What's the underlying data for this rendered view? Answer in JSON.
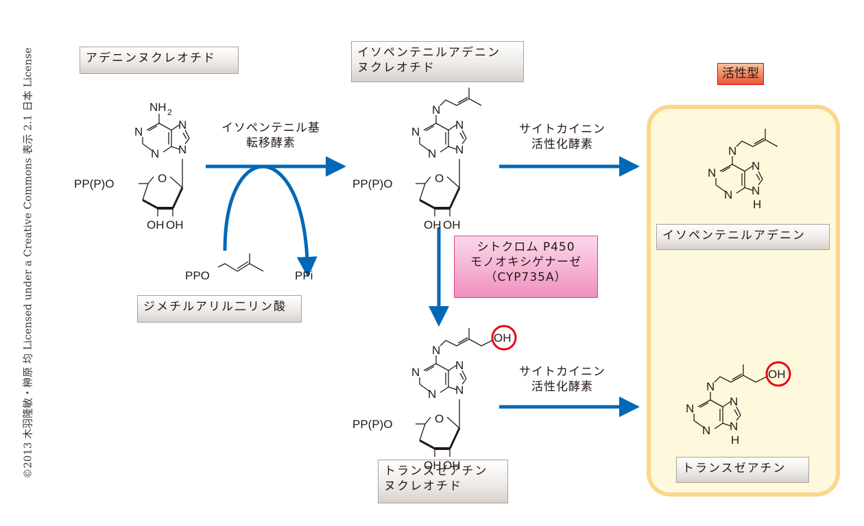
{
  "credit": "©2013 木羽隆敏・榊原 均 Licensed under a Creative Commons 表示 2.1 日本 License",
  "colors": {
    "arrow": "#0068b7",
    "highlight_circle": "#e60012",
    "panel_fill": "#fef9dc",
    "panel_border": "#fdd68b",
    "enzyme_box": "#f5b2d2",
    "active_box": "#f28a63"
  },
  "compounds": {
    "adenine_nucleotide": {
      "label": "アデニンヌクレオチド",
      "phosphate": "PP(P)O",
      "amine": "NH",
      "amine_sub": "2",
      "oh1": "OH",
      "oh2": "OH",
      "ring_o": "O"
    },
    "dmapp": {
      "label": "ジメチルアリル二リン酸",
      "formula": "PPO"
    },
    "ppi": {
      "label": "PPi"
    },
    "ip_nucleotide": {
      "label_line1": "イソペンテニルアデニン",
      "label_line2": "ヌクレオチド",
      "phosphate": "PP(P)O",
      "oh1": "OH",
      "oh2": "OH",
      "ring_o": "O"
    },
    "tz_nucleotide": {
      "label_line1": "トランスゼアチン",
      "label_line2": "ヌクレオチド",
      "phosphate": "PP(P)O",
      "oh1": "OH",
      "oh2": "OH",
      "ring_o": "O",
      "hydroxyl": "OH"
    },
    "isopentenyladenine": {
      "label": "イソペンテニルアデニン",
      "nh_h": "H"
    },
    "trans_zeatin": {
      "label": "トランスゼアチン",
      "hydroxyl": "OH",
      "nh_h": "H"
    }
  },
  "atom": {
    "N": "N",
    "H": "H",
    "O": "O"
  },
  "enzymes": {
    "ipt": {
      "line1": "イソペンテニル基",
      "line2": "転移酵素"
    },
    "log_top": {
      "line1": "サイトカイニン",
      "line2": "活性化酵素"
    },
    "log_bottom": {
      "line1": "サイトカイニン",
      "line2": "活性化酵素"
    },
    "cyp": {
      "line1": "シトクロム P450",
      "line2": "モノオキシゲナーゼ",
      "line3": "（CYP735A）"
    }
  },
  "active_form": {
    "label": "活性型"
  }
}
